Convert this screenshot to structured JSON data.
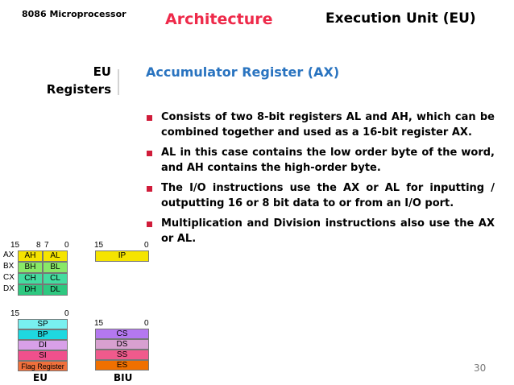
{
  "header": {
    "course": "8086 Microprocessor",
    "section": "Architecture",
    "unit": "Execution Unit (EU)"
  },
  "sidebar": {
    "line1": "EU",
    "line2": "Registers"
  },
  "main": {
    "title": "Accumulator Register (AX)",
    "bullets": [
      "Consists of two 8-bit registers AL and AH, which can be combined together and used as a 16-bit register AX.",
      "AL in this case contains the low order byte of the word, and AH contains the high-order byte.",
      "The I/O instructions use the AX or AL for inputting / outputting 16 or 8 bit data to or from an I/O port.",
      "Multiplication and Division instructions also use the AX or AL."
    ]
  },
  "diagram": {
    "gp": {
      "bit15": "15",
      "bit8": "8",
      "bit7": "7",
      "bit0": "0",
      "rows": [
        {
          "name": "AX",
          "high": "AH",
          "low": "AL",
          "color": "#f5e400"
        },
        {
          "name": "BX",
          "high": "BH",
          "low": "BL",
          "color": "#88e868"
        },
        {
          "name": "CX",
          "high": "CH",
          "low": "CL",
          "color": "#44dca0"
        },
        {
          "name": "DX",
          "high": "DH",
          "low": "DL",
          "color": "#2ec880"
        }
      ]
    },
    "ip": {
      "bit15": "15",
      "bit0": "0",
      "label": "IP",
      "color": "#f5e400"
    },
    "eu_regs": {
      "bit15": "15",
      "bit0": "0",
      "items": [
        {
          "label": "SP",
          "color": "#78f0f0"
        },
        {
          "label": "BP",
          "color": "#1ed8e0"
        },
        {
          "label": "DI",
          "color": "#d8a0e8"
        },
        {
          "label": "SI",
          "color": "#f0508c"
        },
        {
          "label": "Flag Register",
          "color": "#f0703c"
        }
      ],
      "caption": "EU"
    },
    "biu_regs": {
      "bit15": "15",
      "bit0": "0",
      "items": [
        {
          "label": "CS",
          "color": "#b478f0"
        },
        {
          "label": "DS",
          "color": "#d8a0d0"
        },
        {
          "label": "SS",
          "color": "#f05a8c"
        },
        {
          "label": "ES",
          "color": "#f07000"
        }
      ],
      "caption": "BIU"
    }
  },
  "footer": {
    "page": "30"
  },
  "colors": {
    "accent_red": "#ee2a4a",
    "title_blue": "#2a74c0",
    "bullet_red": "#d01c3a"
  }
}
